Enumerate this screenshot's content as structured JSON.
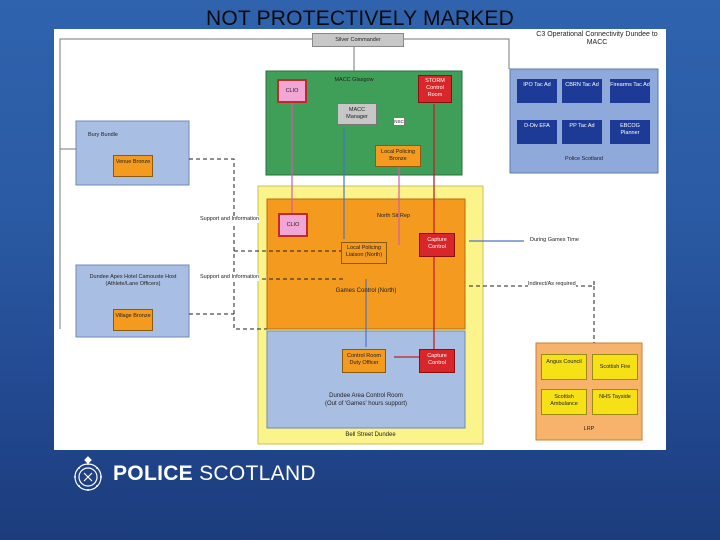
{
  "banner": {
    "text": "NOT PROTECTIVELY MARKED"
  },
  "diagram": {
    "title": "C3 Operational Connectivity Dundee to MACC",
    "silver_commander": "Silver Commander",
    "macc": {
      "title": "MACC Glasgow",
      "clio": "CLIO",
      "storm": "STORM Control Room",
      "manager": "MACC Manager",
      "nsc": "NSC",
      "local_policing_bronze": "Local Policing Bronze"
    },
    "bury_bundle": {
      "title": "Bury Bundle",
      "venue_bronze": "Venue Bronze"
    },
    "dundee_apex": {
      "title": "Dundee Apex Hotel Camouste Host (Athlete/Lane Officers)",
      "village_bronze": "Village Bronze"
    },
    "police_scotland_panel": {
      "items": [
        "IPO Tac Ad",
        "CBRN Tac Ad",
        "Firearms Tac Ad",
        "D-Div EFA",
        "PP Tac Ad",
        "EBCOG Planner"
      ],
      "caption": "Police Scotland"
    },
    "games_control": {
      "clio": "CLIO",
      "north_sit_rep": "North Sit Rep",
      "liaison": "Local Policing Liaison (North)",
      "capture_control": "Capture Control",
      "title": "Games Control (North)"
    },
    "dundee_area": {
      "duty_officer": "Control Room Duty Officer",
      "capture_control": "Capture Control",
      "title": "Dundee Area Control Room",
      "subtitle": "(Out of 'Games' hours support)"
    },
    "bell_street": "Bell Street Dundee",
    "labels": {
      "support_info_1": "Support and Information",
      "support_info_2": "Support and Information",
      "during_games": "During Games Time",
      "indirect": "Indirect/As required"
    },
    "lrp": {
      "items": [
        "Angus Council",
        "Scottish Fire",
        "Scottish Ambulance",
        "NHS Tayside"
      ],
      "caption": "LRP"
    }
  },
  "footer": {
    "brand_bold": "POLICE",
    "brand_light": "SCOTLAND"
  },
  "colors": {
    "background": "#2a5aa3",
    "macc_green": "#3f9e58",
    "games_orange": "#f39a1f",
    "bell_yellow": "#fbf48a",
    "area_blue": "#a9bee3",
    "panel_blue": "#8ea9da",
    "item_navy": "#1d3a96",
    "red": "#d8262a",
    "pink": "#f2a6d6",
    "lrp_orange": "#f7b36b",
    "lrp_yellow": "#f6e016"
  }
}
